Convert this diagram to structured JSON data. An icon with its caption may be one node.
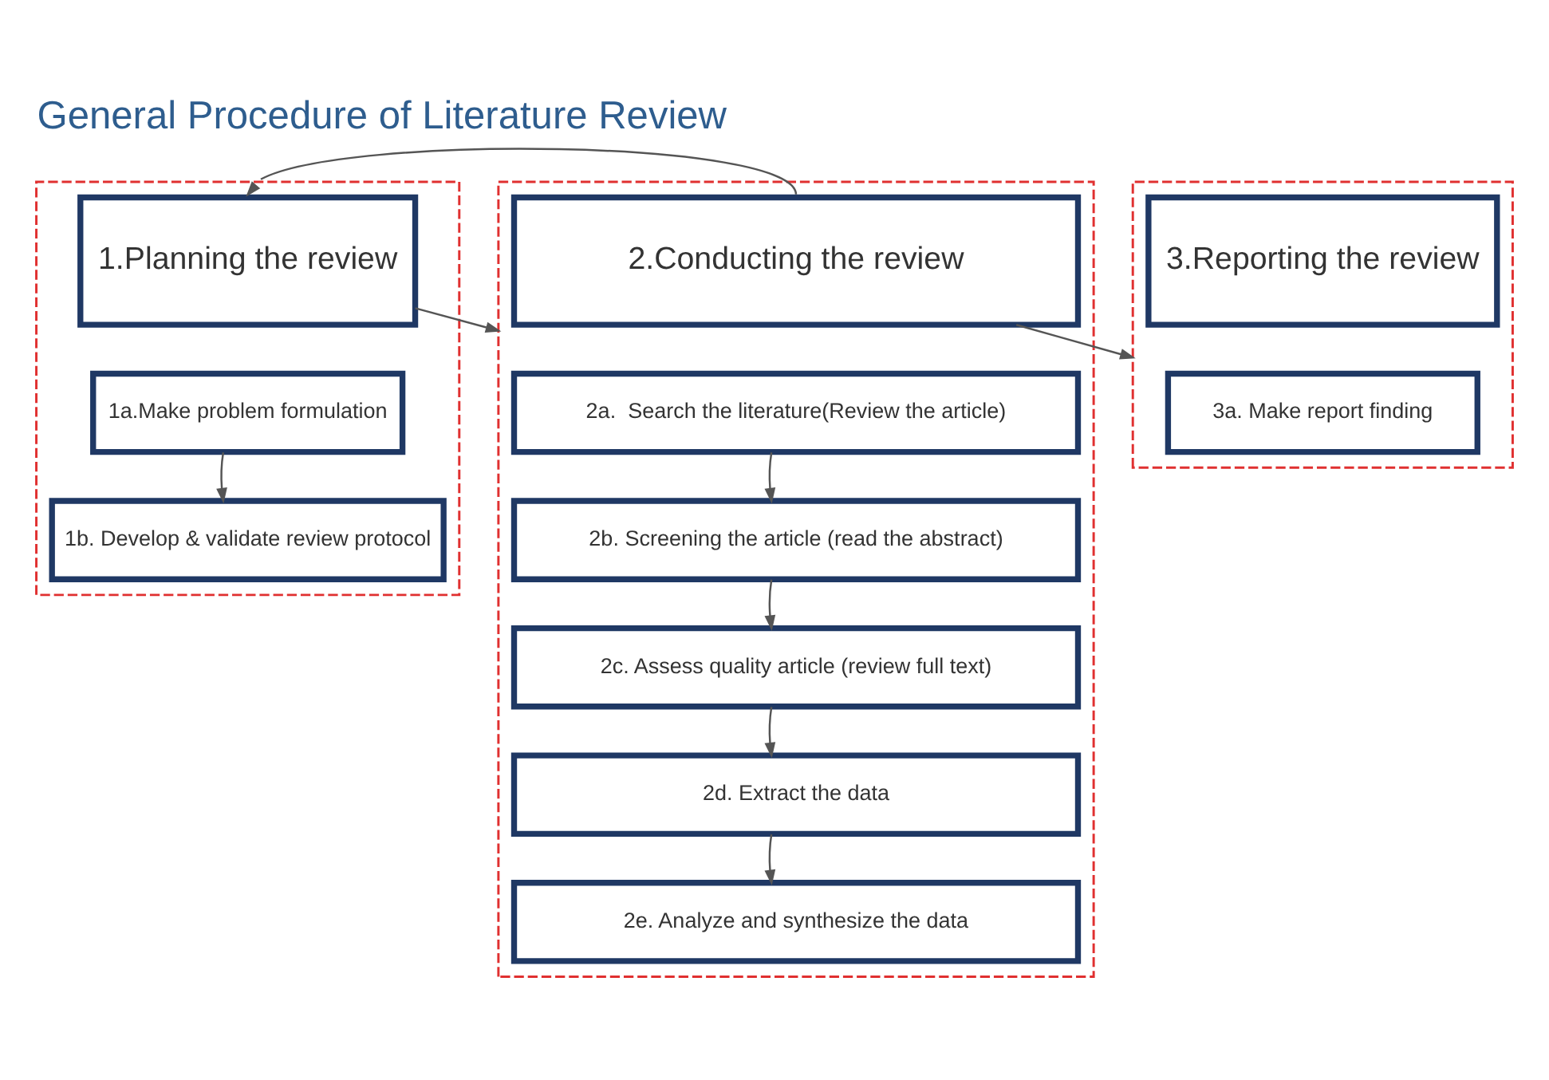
{
  "diagram": {
    "title": "General Procedure of Literature Review",
    "nodes": [
      {
        "text": [],
        "shape": "box"
      },
      {
        "text": [
          "1.Planning the review"
        ],
        "in": 0
      },
      {
        "text": [
          "1a.Make problem formulation"
        ],
        "in": 0
      },
      {
        "text": [
          "1b. Develop & validate review protocol"
        ],
        "in": 0
      },
      {
        "text": [],
        "shape": "box"
      },
      {
        "text": [
          "2.Conducting the review"
        ],
        "in": 4
      },
      {
        "text": [
          "2a.  Search the literature(Review the article)"
        ],
        "in": 4
      },
      {
        "text": [
          "2b. Screening the article (read the abstract)"
        ],
        "in": 4
      },
      {
        "text": [
          "2c. Assess quality article (review full text)"
        ],
        "in": 4
      },
      {
        "text": [
          "2d. Extract the data"
        ],
        "in": 4
      },
      {
        "text": [
          "2e. Analyze and synthesize the data"
        ],
        "in": 4
      },
      {
        "text": [],
        "shape": "box"
      },
      {
        "text": [
          "3.Reporting the review"
        ],
        "in": 11
      },
      {
        "text": [
          "3a. Make report finding"
        ],
        "in": 11
      }
    ],
    "edges": [
      {
        "from": 1,
        "to": 4,
        "arrow": "to"
      },
      {
        "from": 5,
        "to": 1,
        "arrow": "to"
      },
      {
        "from": 5,
        "to": 11,
        "arrow": "to"
      },
      {
        "from": 2,
        "to": 3,
        "arrow": "to"
      },
      {
        "from": 6,
        "to": 7,
        "arrow": "to"
      },
      {
        "from": 7,
        "to": 8,
        "arrow": "to"
      },
      {
        "from": 8,
        "to": 9,
        "arrow": "to"
      },
      {
        "from": 9,
        "to": 10,
        "arrow": "to"
      }
    ]
  }
}
